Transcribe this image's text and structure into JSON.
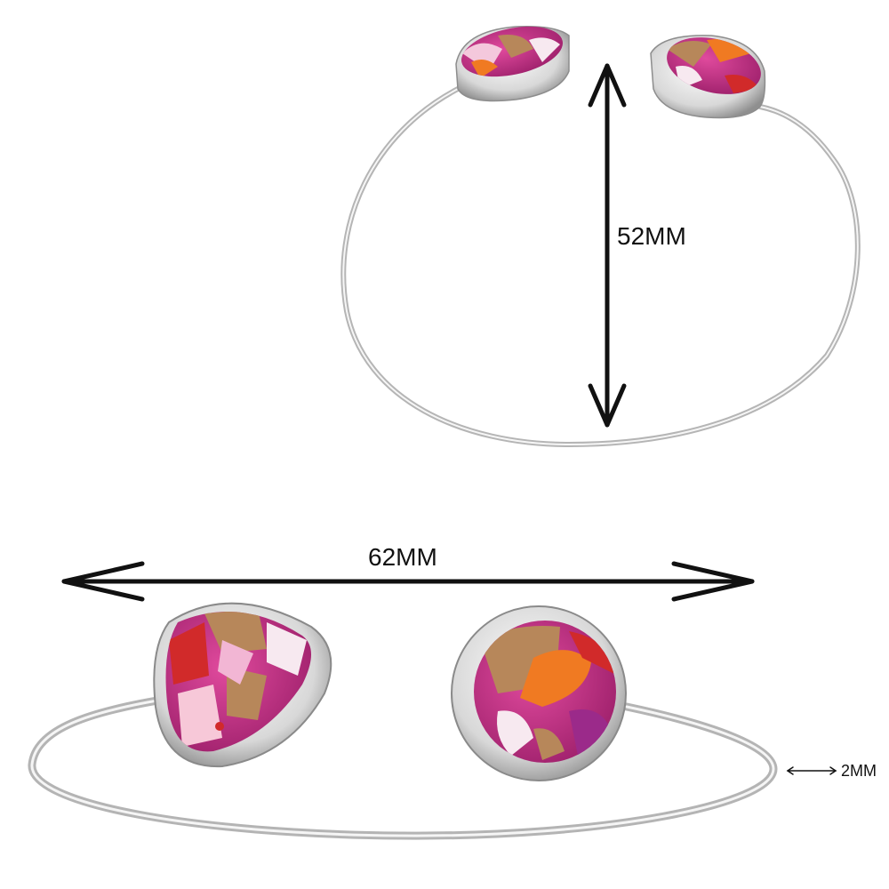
{
  "dimensions": {
    "height_label": "52MM",
    "width_label": "62MM",
    "wire_thickness_label": "2MM"
  },
  "colors": {
    "background": "#ffffff",
    "silver_light": "#f2f2f2",
    "silver_mid": "#c8c8c8",
    "silver_dark": "#8a8a8a",
    "stone_pink": "#d0338f",
    "stone_orange": "#f07a22",
    "stone_copper": "#b7875a",
    "stone_white": "#f7e9f0",
    "stone_red": "#d12a2a",
    "arrow": "#111111"
  }
}
